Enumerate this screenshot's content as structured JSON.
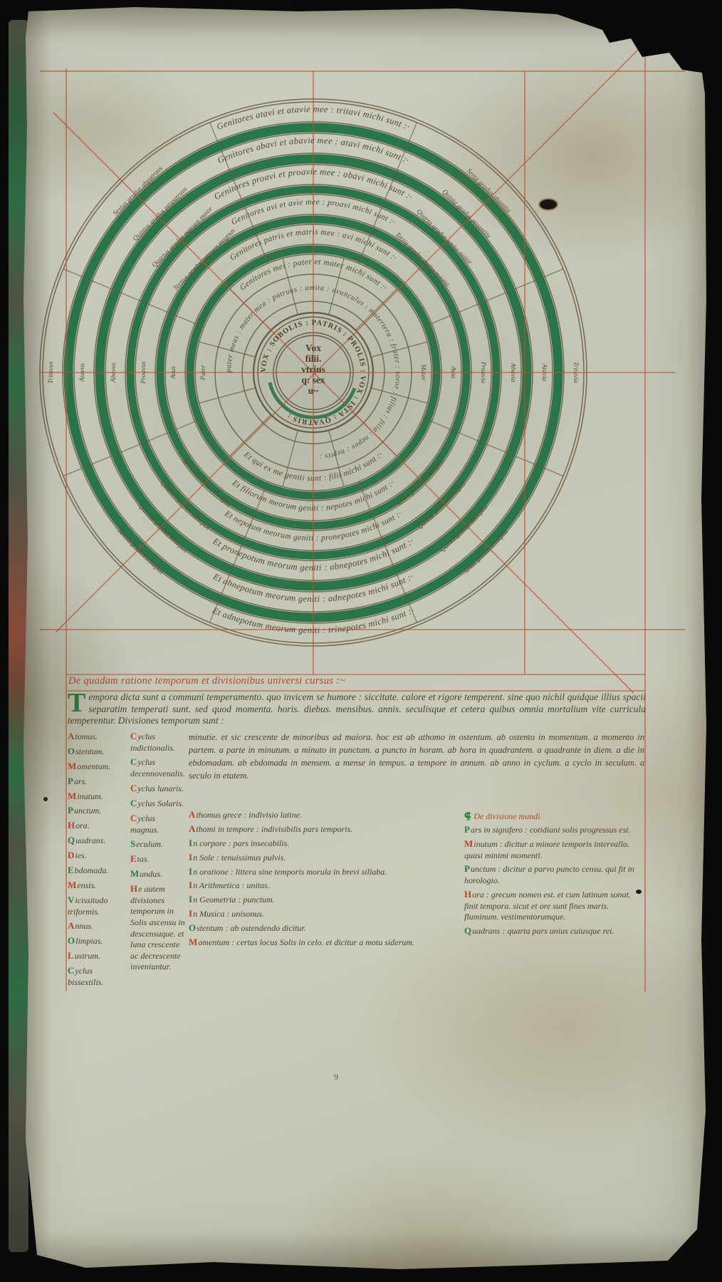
{
  "page": {
    "folio_number": "9"
  },
  "colors": {
    "parchment": "#c8cabb",
    "ink_brown": "#54432d",
    "green": "#1d6f3f",
    "red": "#bf4f36",
    "background": "#0a0a0b"
  },
  "diagram": {
    "center_lines": [
      "Vox",
      "filii.",
      "vtrius",
      "q: sex",
      "u~"
    ],
    "medallion_ring": "VOX : SOBOLIS : PATRIS : PROLIS : VOX : ISTA : QVATRIS :",
    "inner_wheel": "pater meus : mater mea : patruus : amita : avunculus : matertera : frater : soror : filius : filia : nepos : neptis :",
    "rings": [
      {
        "top": "Genitores atavi et atavie mee : tritavi michi sunt :·",
        "bottom": "Et adnepotum meorum geniti : trinepotes michi sunt :·"
      },
      {
        "top": "Genitores abavi et abavie mee : atavi michi sunt :·",
        "bottom": "Et abnepotum meorum geniti : adnepotes michi sunt :·"
      },
      {
        "top": "Genitores proavi et proavie mee : abavi michi sunt :·",
        "bottom": "Et pronepotum meorum geniti : abnepotes michi sunt :·"
      },
      {
        "top": "Genitores avi et avie mee : proavi michi sunt :·",
        "bottom": "Et nepotum meorum geniti : pronepotes michi sunt :·"
      },
      {
        "top": "Genitores patris et matris mee : avi michi sunt :·",
        "bottom": "Et filiorum meorum geniti : nepotes michi sunt :·"
      },
      {
        "top": "Genitores mei : pater et mater michi sunt :·",
        "bottom": "Et qui ex me geniti sunt : filii michi sunt :·"
      }
    ],
    "nw_labels": [
      "Sextus gradus abpatruus",
      "Quintus gradus propatruus",
      "Quartus gradus patruus maior",
      "Tertius gradus patruus magnus"
    ],
    "ne_labels": [
      "Sexta gradus abamita",
      "Quinta gradus proamita",
      "Quarta gradus amita maior",
      "Tertia gradus amita magna"
    ],
    "sw_labels": [
      "Sextus gradus trinepos",
      "Quintus gradus adnepos",
      "Quartus gradus abnepos",
      "Tertius gradus pronepos"
    ],
    "se_labels": [
      "Sexta gradus trineptis",
      "Quinta gradus adneptis",
      "Quarta gradus abneptis",
      "Tertia gradus proneptis"
    ],
    "left_labels": [
      "Tritavus",
      "Atavus",
      "Abavus",
      "Proavus",
      "Avus",
      "Pater"
    ],
    "right_labels": [
      "Tritavia",
      "Atavia",
      "Abavia",
      "Proavia",
      "Avia",
      "Mater"
    ]
  },
  "rubric": "De quadam ratione temporum et divisionibus universi cursus :~",
  "intro": {
    "initial": "T",
    "text": "empora dicta sunt a communi temperamento. quo invicem se humore : siccitate. calore et rigore temperent. sine quo nichil quidque illius spacii separatim temperati sunt. sed quod momenta. horis. diebus. mensibus. annis. seculisque et cetera quibus omnia mortalium vite curricula temperentur. Divisiones temporum sunt :"
  },
  "table": {
    "col1": [
      {
        "i": "A",
        "t": "tomus.",
        "c": "r"
      },
      {
        "i": "O",
        "t": "stentum.",
        "c": "g"
      },
      {
        "i": "M",
        "t": "omentum.",
        "c": "r"
      },
      {
        "i": "P",
        "t": "ars.",
        "c": "g"
      },
      {
        "i": "M",
        "t": "inutum.",
        "c": "r"
      },
      {
        "i": "P",
        "t": "unctum.",
        "c": "g"
      },
      {
        "i": "H",
        "t": "ora.",
        "c": "r"
      },
      {
        "i": "Q",
        "t": "uadrans.",
        "c": "g"
      },
      {
        "i": "D",
        "t": "ies.",
        "c": "r"
      },
      {
        "i": "E",
        "t": "bdomada.",
        "c": "g"
      },
      {
        "i": "M",
        "t": "ensis.",
        "c": "r"
      },
      {
        "i": "V",
        "t": "icissitudo triformis.",
        "c": "g"
      },
      {
        "i": "A",
        "t": "nnus.",
        "c": "r"
      },
      {
        "i": "O",
        "t": "limpias.",
        "c": "g"
      },
      {
        "i": "L",
        "t": "ustrum.",
        "c": "r"
      },
      {
        "i": "C",
        "t": "yclus bissextilis.",
        "c": "g"
      }
    ],
    "col2": [
      {
        "i": "C",
        "t": "yclus indictionalis.",
        "c": "r"
      },
      {
        "i": "C",
        "t": "yclus decennovenalis.",
        "c": "g"
      },
      {
        "i": "C",
        "t": "yclus lunaris.",
        "c": "r"
      },
      {
        "i": "C",
        "t": "yclus Solaris.",
        "c": "g"
      },
      {
        "i": "C",
        "t": "yclus magnus.",
        "c": "r"
      },
      {
        "i": "S",
        "t": "eculum.",
        "c": "g"
      },
      {
        "i": "E",
        "t": "tas.",
        "c": "r"
      },
      {
        "i": "M",
        "t": "undus.",
        "c": "g"
      },
      {
        "i": "H",
        "t": "e autem divisiones temporum in Solis ascensu in descensuque. et luna crescente ac decrescente inveniuntur.",
        "c": "r"
      }
    ],
    "col3_prose": "minutie. et sic crescente de minoribus ad maiora. hoc est ab athomo in ostentum. ab ostento in momentum. a momento in partem. a parte in minutum. a minuto in punctum. a puncto in horam. ab hora in quadrantem. a quadrante in diem. a die in ebdomadam. ab ebdomada in mensem. a mense in tempus. a tempore in annum. ab anno in cyclum. a cyclo in seculum. a seculo in etatem.",
    "col3_items": [
      {
        "i": "A",
        "t": "thomus grece : indivisio latine.",
        "c": "r"
      },
      {
        "i": "A",
        "t": "thomi in tempore : indivisibilis pars temporis.",
        "c": "r"
      },
      {
        "i": "I",
        "t": "n corpore : pars insecabilis.",
        "c": "g"
      },
      {
        "i": "I",
        "t": "n Sole : tenuissimus pulvis.",
        "c": "r"
      },
      {
        "i": "I",
        "t": "n oratione : littera sine temporis morula in brevi sillaba.",
        "c": "g"
      },
      {
        "i": "I",
        "t": "n Arithmetica : unitas.",
        "c": "r"
      },
      {
        "i": "I",
        "t": "n Geometria : punctum.",
        "c": "g"
      },
      {
        "i": "I",
        "t": "n Musica : unisonus.",
        "c": "r"
      },
      {
        "i": "O",
        "t": "stentum : ab ostendendo dicitur.",
        "c": "g"
      },
      {
        "i": "M",
        "t": "omentum : certus locus Solis in celo. et dicitur a motu siderum.",
        "c": "r"
      }
    ],
    "col4_header": {
      "mark": "⸿",
      "text": "De divisione mundi."
    },
    "col4_items": [
      {
        "i": "P",
        "t": "ars in signifero : cotidiani solis progressus est.",
        "c": "g"
      },
      {
        "i": "M",
        "t": "inutum : dicitur a minore temporis intervallo. quasi minimi momenti.",
        "c": "r"
      },
      {
        "i": "P",
        "t": "unctum : dicitur a parvo puncto censu. qui fit in horologio.",
        "c": "g"
      },
      {
        "i": "H",
        "t": "ora : grecum nomen est. et cum latinum sonat. finit tempora. sicut et ore sunt fines maris. fluminum. vestimentorumque.",
        "c": "r"
      },
      {
        "i": "Q",
        "t": "uadrans : quarta pars unius cuiusque rei.",
        "c": "g"
      }
    ]
  }
}
